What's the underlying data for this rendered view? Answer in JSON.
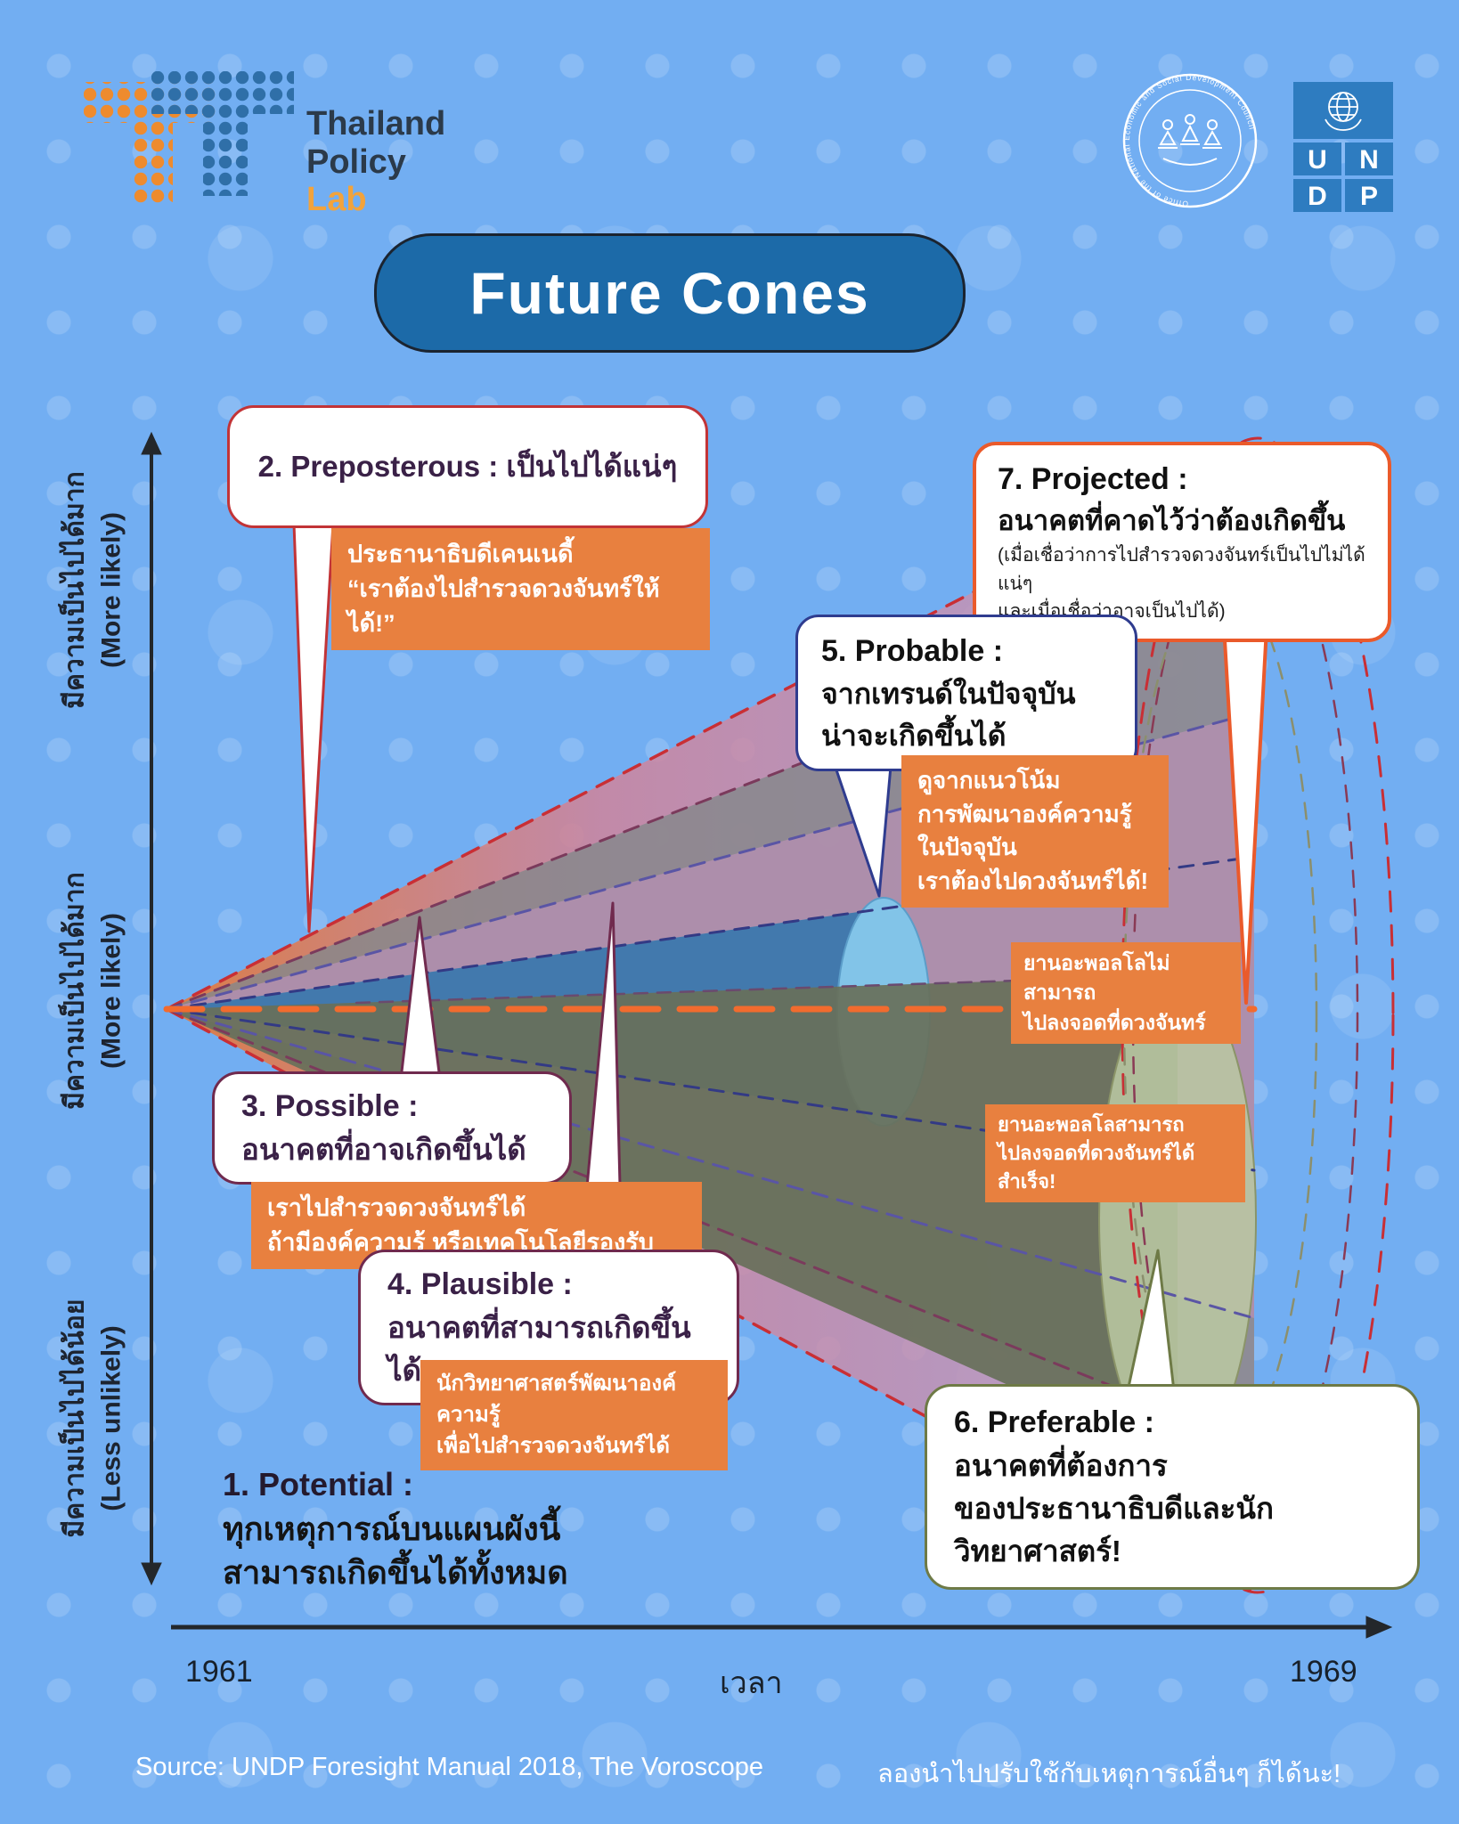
{
  "header": {
    "logo": {
      "line1": "Thailand",
      "line2": "Policy",
      "line3": "Lab"
    },
    "seal_title": "Office of the National Economic and Social Development Council",
    "undp": {
      "u": "U",
      "n": "N",
      "d": "D",
      "p": "P"
    }
  },
  "title": "Future Cones",
  "axes": {
    "y_top": {
      "thai": "มีความเป็นไปได้มาก",
      "en": "(More likely)"
    },
    "y_mid": {
      "thai": "มีความเป็นไปได้มาก",
      "en": "(More likely)"
    },
    "y_bottom": {
      "thai": "มีความเป็นไปได้น้อย",
      "en": "(Less unlikely)"
    },
    "x_start": "1961",
    "x_label": "เวลา",
    "x_end": "1969"
  },
  "callouts": {
    "potential": {
      "title": "1. Potential :",
      "line1": "ทุกเหตุการณ์บนแผนผังนี้",
      "line2": "สามารถเกิดขึ้นได้ทั้งหมด"
    },
    "preposterous": {
      "title": "2. Preposterous : เป็นไปได้แน่ๆ",
      "note_line1": "ประธานาธิบดีเคนเนดี้",
      "note_line2": "“เราต้องไปสำรวจดวงจันทร์ให้ได้!”"
    },
    "possible": {
      "title": "3. Possible :",
      "subtitle": "อนาคตที่อาจเกิดขึ้นได้",
      "note_line1": "เราไปสำรวจดวงจันทร์ได้",
      "note_line2": "ถ้ามีองค์ความรู้ หรือเทคโนโลยีรองรับ"
    },
    "plausible": {
      "title": "4. Plausible :",
      "subtitle": "อนาคตที่สามารถเกิดขึ้นได้",
      "note_line1": "นักวิทยาศาสตร์พัฒนาองค์ความรู้",
      "note_line2": "เพื่อไปสำรวจดวงจันทร์ได้"
    },
    "probable": {
      "title": "5. Probable :",
      "line1": "จากเทรนด์ในปัจจุบัน",
      "line2": "น่าจะเกิดขึ้นได้",
      "note_line1": "ดูจากแนวโน้ม",
      "note_line2": "การพัฒนาองค์ความรู้",
      "note_line3": "ในปัจจุบัน",
      "note_line4": "เราต้องไปดวงจันทร์ได้!"
    },
    "preferable": {
      "title": "6. Preferable :",
      "line1": "อนาคตที่ต้องการ",
      "line2": "ของประธานาธิบดีและนักวิทยาศาสตร์!"
    },
    "projected": {
      "title": "7. Projected :",
      "subtitle": "อนาคตที่คาดไว้ว่าต้องเกิดขึ้น",
      "small_line1": "(เมื่อเชื่อว่าการไปสำรวจดวงจันทร์เป็นไปไม่ได้แน่ๆ",
      "small_line2": "และเมื่อเชื่อว่าอาจเป็นไปได้)"
    }
  },
  "event_labels": {
    "fail": {
      "line1": "ยานอะพอลโลไม่สามารถ",
      "line2": "ไปลงจอดที่ดวงจันทร์"
    },
    "success": {
      "line1": "ยานอะพอลโลสามารถ",
      "line2": "ไปลงจอดที่ดวงจันทร์ได้สำเร็จ!"
    }
  },
  "footer": {
    "source": "Source: UNDP Foresight Manual 2018, The Voroscope",
    "note": "ลองนำไปปรับใช้กับเหตุการณ์อื่นๆ ก็ได้นะ!"
  },
  "colors": {
    "background": "#72aef2",
    "title_pill": "#1c6aa8",
    "orange_box": "#e8803f",
    "projected_dash": "#f26b2e",
    "preposterous_border": "#c23437",
    "possible_border": "#702a4e",
    "plausible_border": "#702a4e",
    "probable_border": "#2f3c8f",
    "preferable_border": "#6e7a46",
    "projected_border": "#ea5a2b",
    "cone_preposterous": "#e07a3e",
    "cone_possible": "#85878b",
    "cone_plausible": "#b08fae",
    "cone_probable": "#3c78ad",
    "cone_probable_cap": "#82c4e8",
    "cone_preferable": "#68705a",
    "cone_preferable_cap": "#bac7a2",
    "undp_blue": "#2e7cc0",
    "logo_orange": "#ee8b2e",
    "logo_blue": "#2f6fa8"
  }
}
